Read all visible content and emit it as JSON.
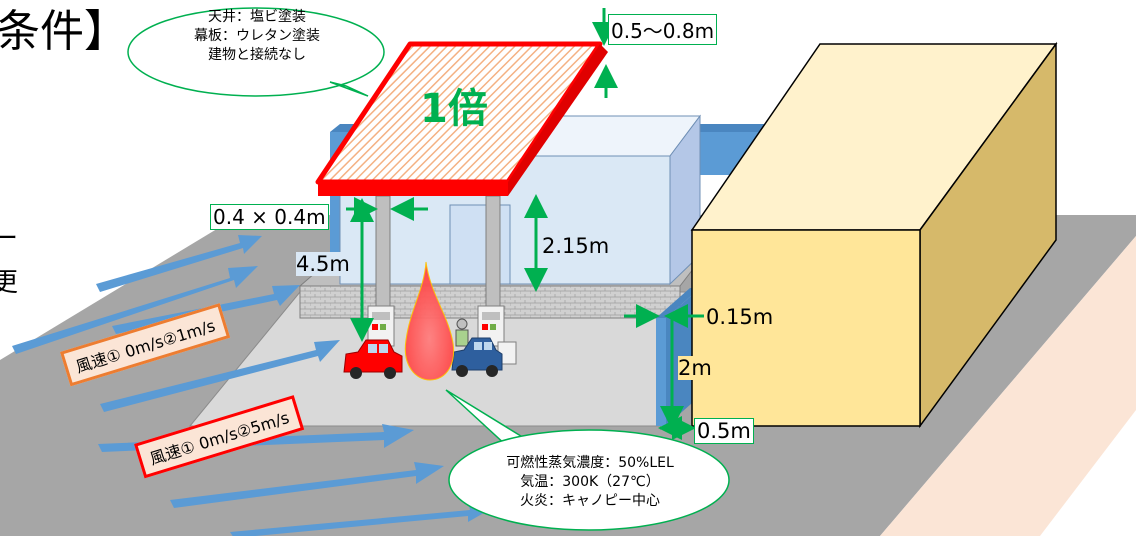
{
  "title_fragment": "条件】",
  "left_fragments": [
    "ー",
    "更"
  ],
  "canopy": {
    "label": "1倍",
    "material_bubble": [
      "天井：塩ビ塗装",
      "幕板：ウレタン塗装",
      "建物と接続なし"
    ],
    "fill_color": "#ff0000",
    "hatch_color": "#f4b183"
  },
  "dimensions": {
    "canopy_thickness": "0.5〜0.8m",
    "pillar_size": "0.4 × 0.4m",
    "pillar_height": "4.5m",
    "building_height": "2.15m",
    "wall_gap": "0.15m",
    "wall_height": "2m",
    "wall_depth": "0.5m"
  },
  "wind": {
    "case_upper": "風速① 0m/s②1m/s",
    "case_lower": "風速① 0m/s②5m/s",
    "arrow_color": "#5b9bd5"
  },
  "conditions_bubble": [
    "可燃性蒸気濃度：50%LEL",
    "気温：300K（27℃）",
    "火炎：キャノピー中心"
  ],
  "colors": {
    "dimension": "#00b050",
    "ground": "#a6a6a6",
    "forecourt": "#d9d9d9",
    "building": "#dae8f5",
    "wall": "#5b9bd5",
    "block_building": "#ffe699",
    "flame": "#ff5050"
  }
}
